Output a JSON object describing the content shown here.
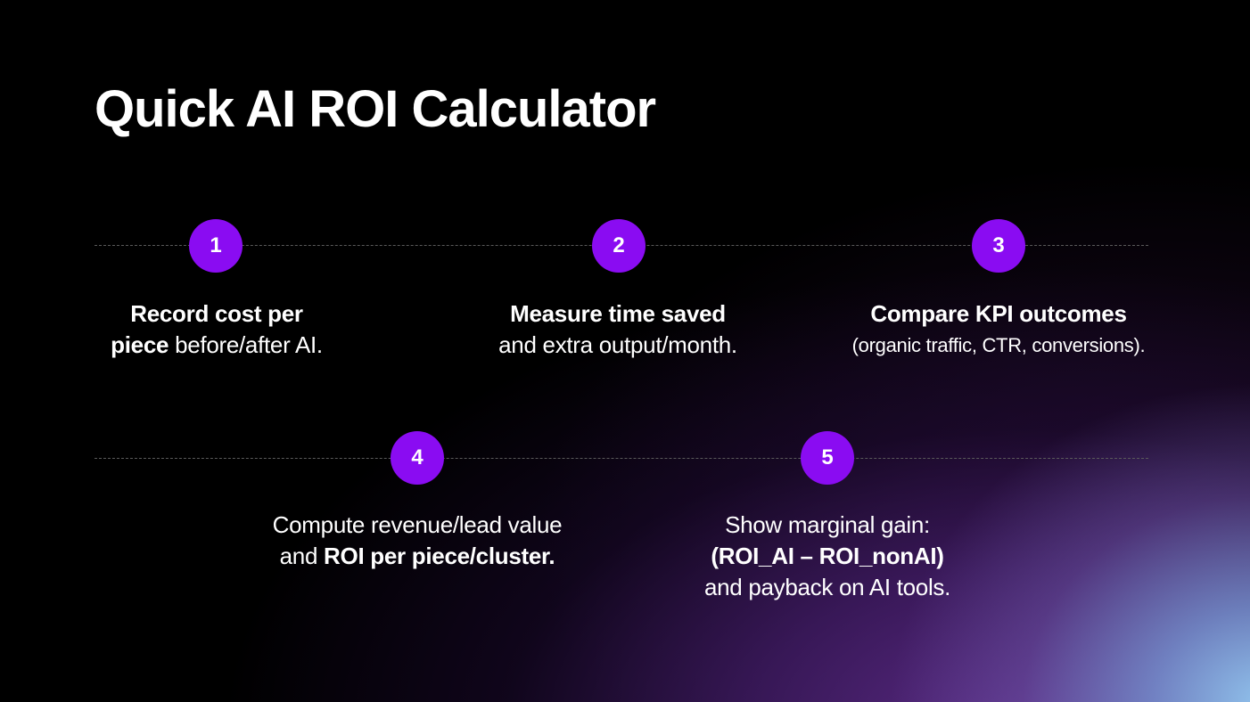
{
  "slide": {
    "title": "Quick AI ROI Calculator",
    "accent_color": "#8a0cf2",
    "steps": [
      {
        "number": "1",
        "line1_bold": "Record cost per",
        "line2_bold": "piece",
        "line2_regular": " before/after AI."
      },
      {
        "number": "2",
        "line1_bold": "Measure time saved",
        "line2_regular": "and extra output/month."
      },
      {
        "number": "3",
        "line1_bold": "Compare KPI outcomes",
        "line2_regular": "(organic traffic, CTR, conversions)."
      },
      {
        "number": "4",
        "line1_regular": "Compute revenue/lead value",
        "line2_regular": "and ",
        "line2_bold": "ROI per piece/cluster."
      },
      {
        "number": "5",
        "line1_regular": "Show marginal gain:",
        "line2_bold": "(ROI_AI – ROI_nonAI)",
        "line3_regular": "and payback on AI tools."
      }
    ]
  }
}
